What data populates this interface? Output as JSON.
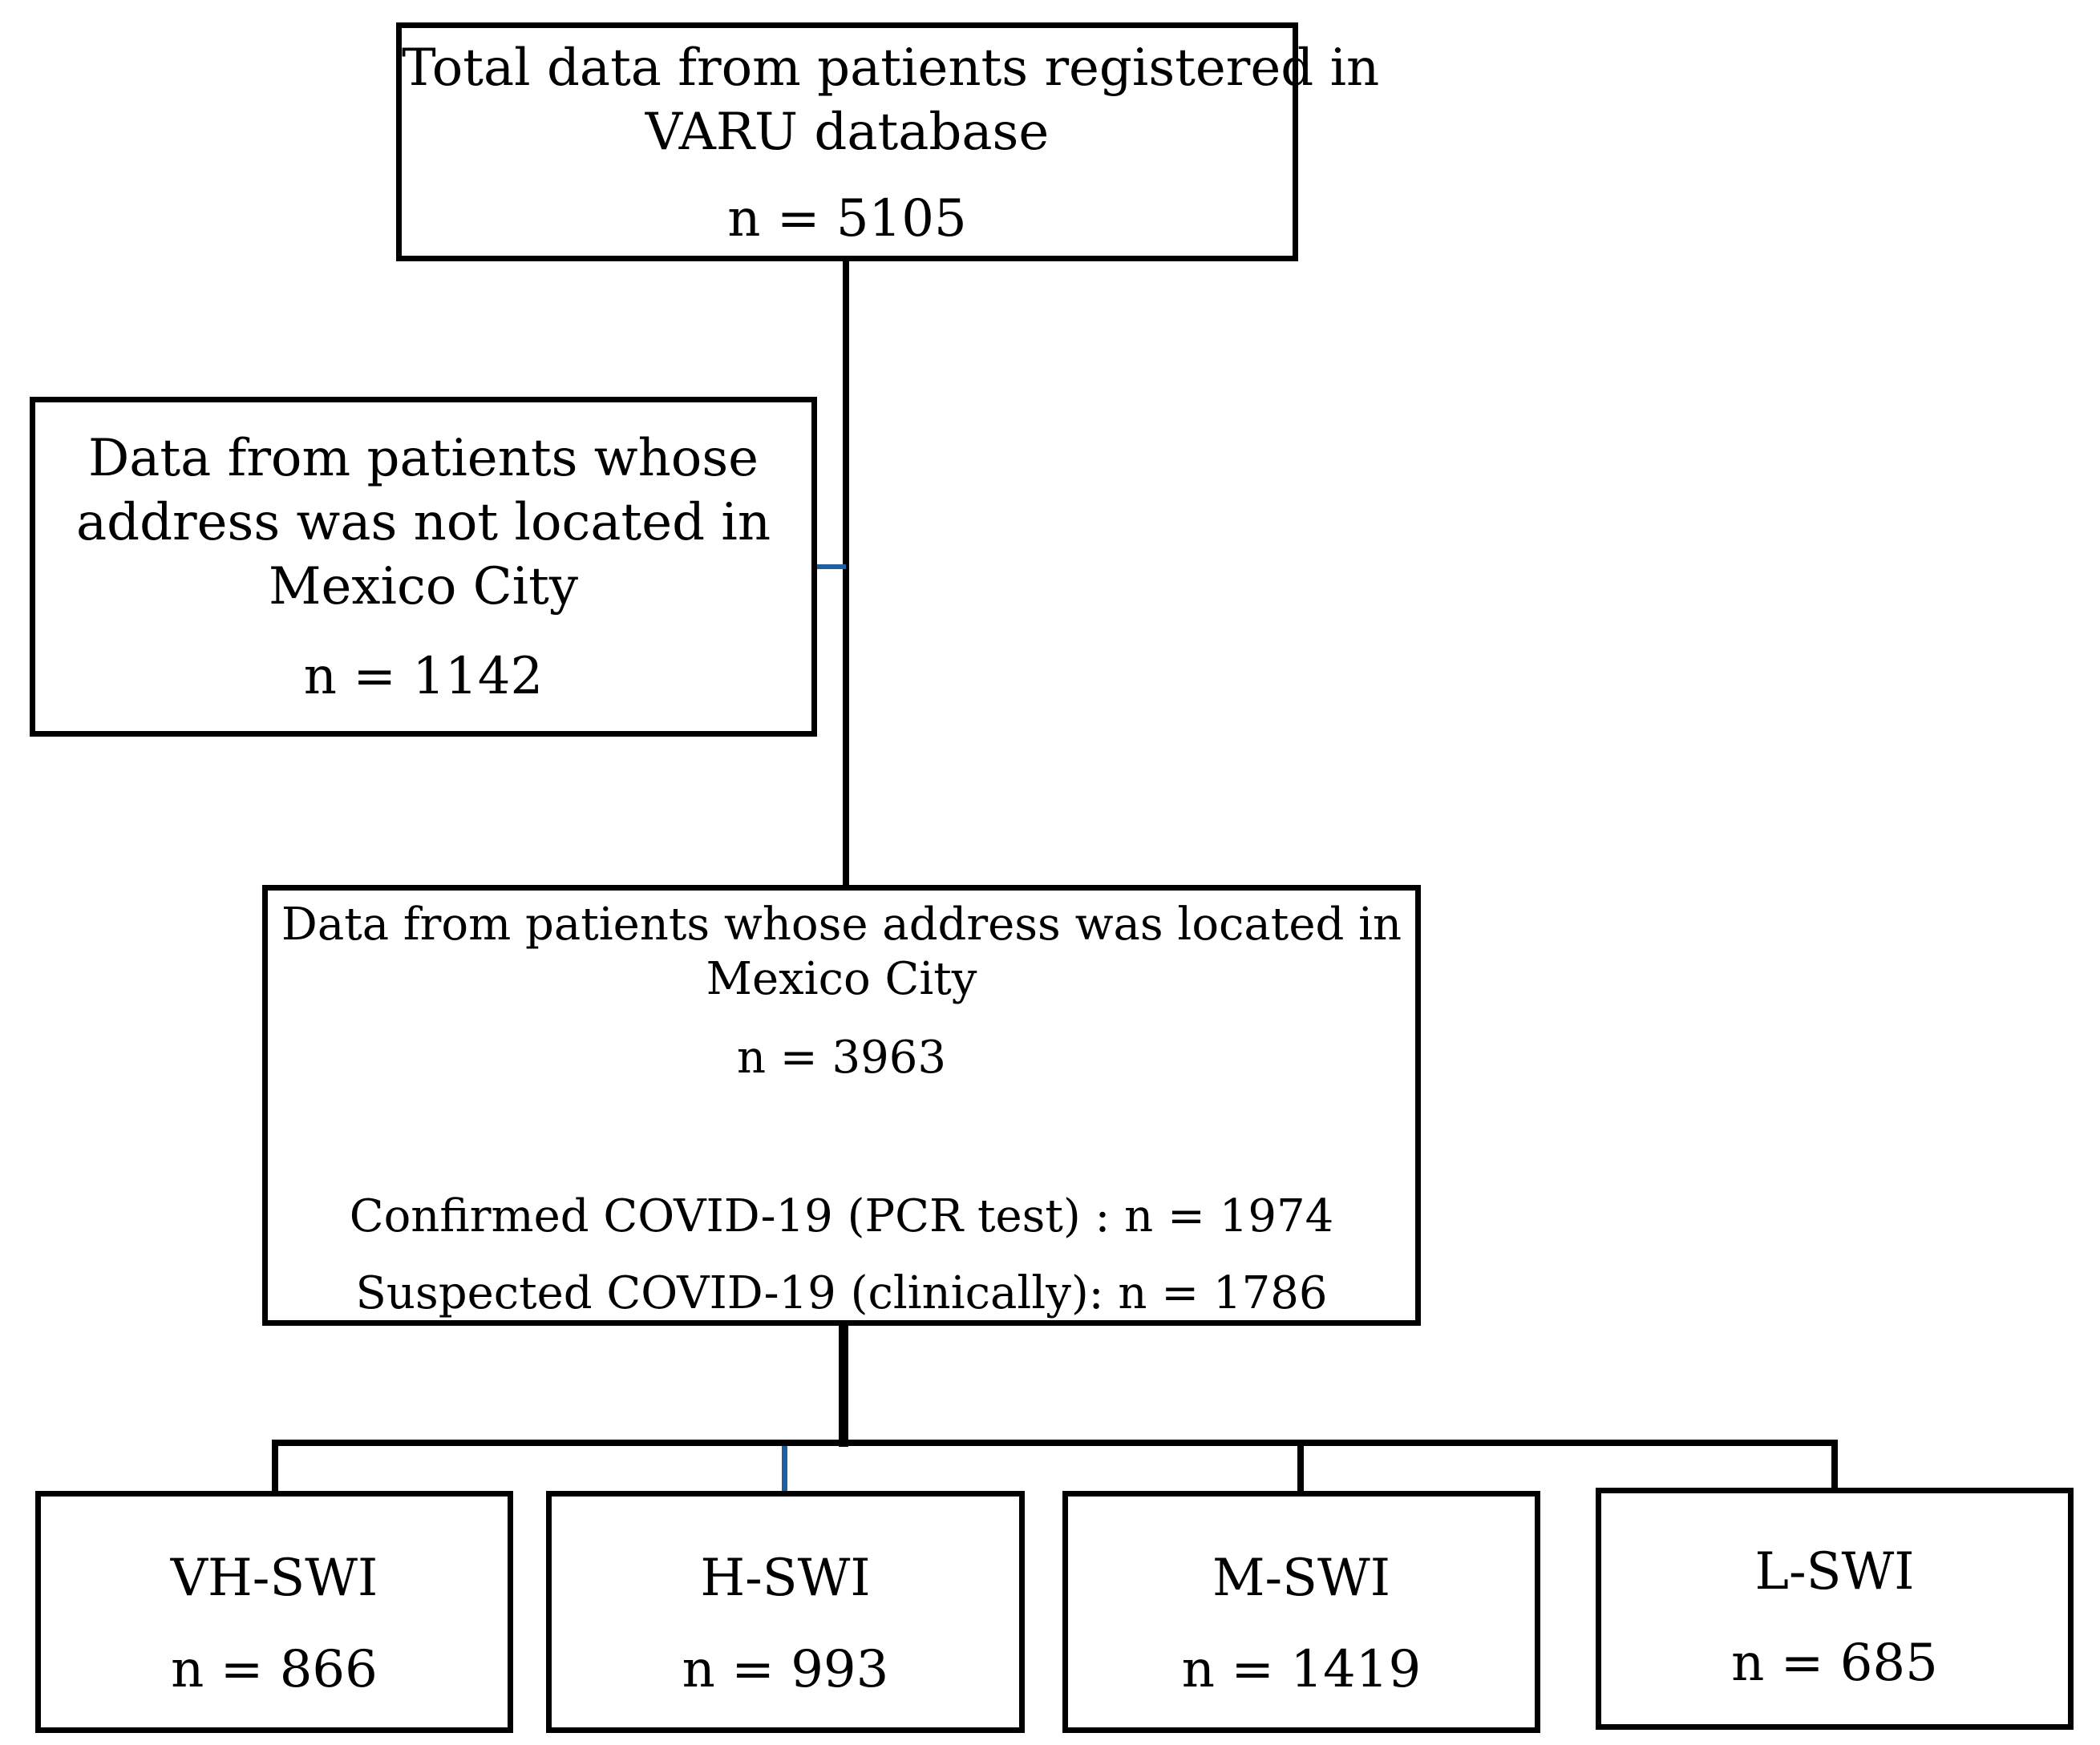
{
  "top_box": {
    "line1": "Total data from patients registered in",
    "line2": "VARU database",
    "count": "n = 5105"
  },
  "excluded_box": {
    "line1": "Data from patients whose",
    "line2": "address was not located in",
    "line3": "Mexico City",
    "count": "n = 1142"
  },
  "middle_box": {
    "line1": "Data from patients whose address was located in",
    "line2": "Mexico City",
    "count": "n = 3963",
    "confirmed": "Confirmed COVID-19 (PCR test) : n = 1974",
    "suspected": "Suspected COVID-19 (clinically): n = 1786"
  },
  "groups": [
    {
      "label": "VH-SWI",
      "count": "n = 866"
    },
    {
      "label": "H-SWI",
      "count": "n = 993"
    },
    {
      "label": "M-SWI",
      "count": "n = 1419"
    },
    {
      "label": "L-SWI",
      "count": "n = 685"
    }
  ],
  "colors": {
    "connector_blue": "#1f5fa0",
    "stroke": "#000000"
  }
}
